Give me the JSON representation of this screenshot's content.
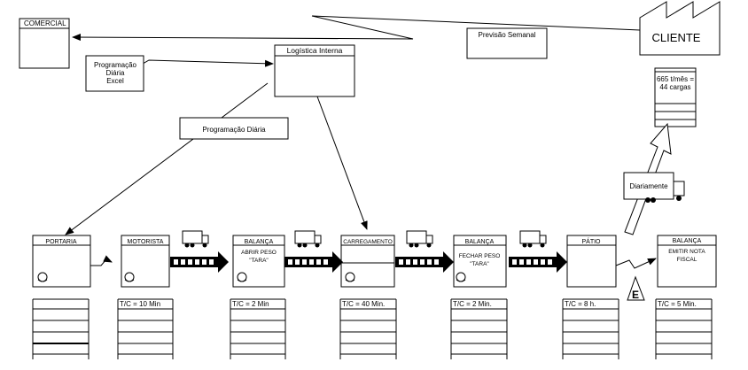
{
  "boxes": {
    "comercial": "COMERCIAL",
    "logistica": "Logística Interna",
    "cliente": "CLIENTE",
    "customer_data_line1": "665 t/mês =",
    "customer_data_line2": "44 cargas"
  },
  "flows": {
    "programacao_diaria_excel_line1": "Programação",
    "programacao_diaria_excel_line2": "Diária",
    "programacao_diaria_excel_line3": "Excel",
    "previsao_semanal": "Previsão  Semanal",
    "programacao_diaria": "Programação  Diária",
    "diariamente": "Diariamente"
  },
  "processes": [
    {
      "title": "PORTARIA",
      "sub1": "",
      "sub2": "",
      "cycle_time": ""
    },
    {
      "title": "MOTORISTA",
      "sub1": "",
      "sub2": "",
      "cycle_time": "T/C  = 10 Min"
    },
    {
      "title": "BALANÇA",
      "sub1": "ABRIR PESO",
      "sub2": "\"TARA\"",
      "cycle_time": "T/C = 2 Min"
    },
    {
      "title": "CARREGAMENTO",
      "sub1": "",
      "sub2": "",
      "cycle_time": "T/C  = 40 Min."
    },
    {
      "title": "BALANÇA",
      "sub1": "FECHAR PESO",
      "sub2": "\"TARA\"",
      "cycle_time": "T/C  = 2 Min."
    },
    {
      "title": "PÁTIO",
      "sub1": "",
      "sub2": "",
      "cycle_time": "T/C  =  8 h."
    },
    {
      "title": "BALANÇA",
      "sub1": "EMITIR NOTA",
      "sub2": "FISCAL",
      "cycle_time": "T/C  = 5 Min."
    }
  ],
  "inventory_symbol": "E",
  "icons": [
    "factory-icon",
    "truck-icon",
    "push-arrow-icon",
    "operator-icon",
    "inventory-triangle-icon"
  ]
}
